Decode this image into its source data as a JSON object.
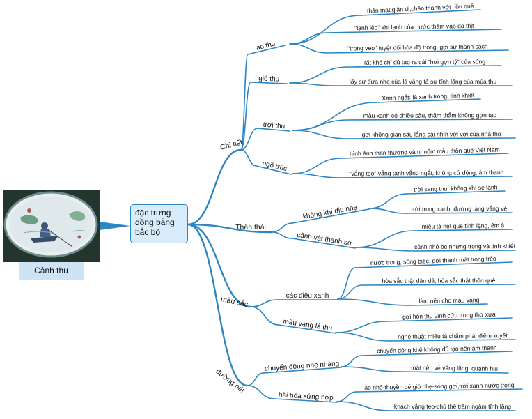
{
  "image": {
    "caption": "Cảnh thu"
  },
  "center": {
    "lines": [
      "đặc trưng",
      "đồng bằng",
      "bắc bộ"
    ]
  },
  "branches": [
    {
      "label": "Chi tiết",
      "children": [
        {
          "label": "ao thu",
          "leaves": [
            "thân mật,giản dị,chân thành với hồn quê",
            "\"lạnh lẽo\" khí lạnh của nước thấm vào da thịt",
            "\"trong veo\" tuyệt đối hòa độ trong, gợi sự thanh sạch"
          ]
        },
        {
          "label": "gió thu",
          "leaves": [
            "rất khẽ chỉ đủ tạo ra cái \"hơi gợn tý\" của sóng",
            "lấy sự đưa nhẹ của lá vàng tả sự tĩnh lặng của mùa thu"
          ]
        },
        {
          "label": "trời thu",
          "leaves": [
            "Xanh ngắt: là xanh trong, tinh khiết",
            "màu xanh có chiều sâu, thăm thẳm không gợn tạp",
            "gợi không gian sâu lắng cái nhìn vời vợi của nhà thơ"
          ]
        },
        {
          "label": "ngõ trúc",
          "leaves": [
            "hình ảnh thân thương và nhuốm màu thôn quê Việt Nam",
            "\"vắng teo\" vắng tanh vắng ngắt, không cử động, âm thanh"
          ]
        }
      ]
    },
    {
      "label": "Thần thái",
      "children": [
        {
          "label": "không khí dịu nhẹ",
          "leaves": [
            "trời sang thu, không khí se lạnh",
            "trời trong xanh, đường làng vắng vẻ"
          ]
        },
        {
          "label": "cảnh vật thanh sơ",
          "leaves": [
            "miêu tả nét quê tĩnh lặng, êm ả",
            "cảnh nhỏ bé nhưng trong và tinh khiết"
          ]
        }
      ]
    },
    {
      "label": "màu sắc",
      "children": [
        {
          "label": "các điệu xanh",
          "leaves": [
            "nước trong, sóng biếc, gợi thanh mát trong trẻo",
            "hòa sắc thật dân dã, hòa sắc thật thôn quê",
            "làm nền cho màu vàng"
          ]
        },
        {
          "label": "màu vàng lá thu",
          "leaves": [
            "gợi hồn thu vĩnh cửu trong thơ xưa",
            "nghệ thuật miêu tả chấm phá, điểm xuyết"
          ]
        }
      ]
    },
    {
      "label": "đường nét",
      "children": [
        {
          "label": "chuyển động nhẹ nhàng",
          "leaves": [
            "chuyển động khẽ không đủ tạo nên âm thanh",
            "toát nên vẻ vắng lặng, quạnh hiu"
          ]
        },
        {
          "label": "hài hòa xứng hợp",
          "leaves": [
            "ao nhỏ-thuyền bé,gió nhẹ-sóng gợi,trời xanh-nước trong",
            "khách vắng teo-chủ thể trầm ngâm tĩnh lặng"
          ]
        }
      ]
    }
  ]
}
